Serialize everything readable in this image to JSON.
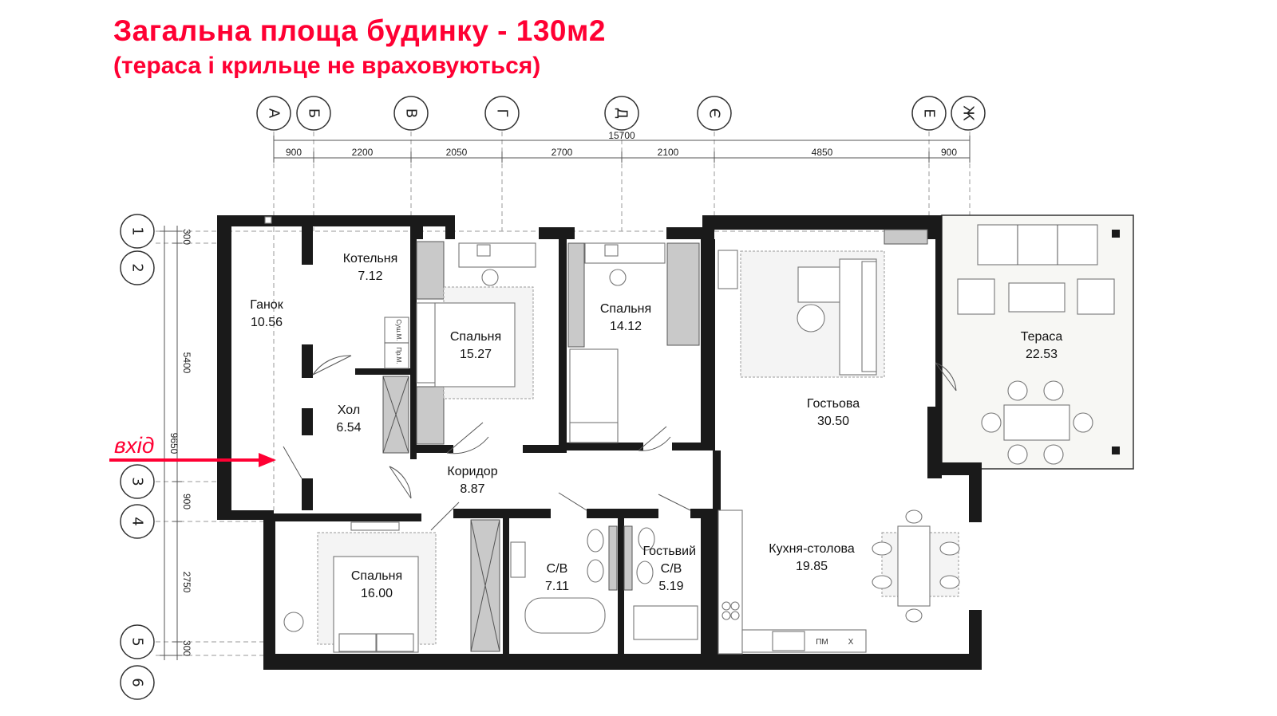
{
  "header": {
    "title": "Загальна площа будинку - 130м2",
    "subtitle": "(тераса і крильце не враховуються)"
  },
  "axes": {
    "letters": [
      "А",
      "Б",
      "В",
      "Г",
      "Д",
      "Є",
      "Е",
      "Ж"
    ],
    "numbers": [
      "1",
      "2",
      "3",
      "4",
      "5",
      "6"
    ]
  },
  "dimensions": {
    "total_horizontal": "15700",
    "horizontal_segments": [
      "900",
      "2200",
      "2050",
      "2700",
      "2100",
      "4850",
      "900"
    ],
    "total_vertical": "9650",
    "vertical_segments": [
      "300",
      "5400",
      "900",
      "2750",
      "300"
    ]
  },
  "rooms": [
    {
      "name": "Котельня",
      "area": "7.12"
    },
    {
      "name": "Ганок",
      "area": "10.56"
    },
    {
      "name": "Спальня",
      "area": "15.27"
    },
    {
      "name": "Спальня",
      "area": "14.12"
    },
    {
      "name": "Тераса",
      "area": "22.53"
    },
    {
      "name": "Гостьова",
      "area": "30.50"
    },
    {
      "name": "Хол",
      "area": "6.54"
    },
    {
      "name": "Коридор",
      "area": "8.87"
    },
    {
      "name": "Спальня",
      "area": "16.00"
    },
    {
      "name": "С/В",
      "area": "7.11"
    },
    {
      "name": "Гостьвий С/В",
      "area": "5.19"
    },
    {
      "name": "Кухня-столова",
      "area": "19.85"
    }
  ],
  "labels": {
    "entry": "вхід",
    "dryer": "Суш.М.",
    "washer": "Пр.М.",
    "dishwasher": "ПМ",
    "fridge": "Х"
  },
  "colors": {
    "accent": "#ff0033",
    "wall": "#1a1a1a",
    "wardrobe": "#c9c9c9"
  }
}
